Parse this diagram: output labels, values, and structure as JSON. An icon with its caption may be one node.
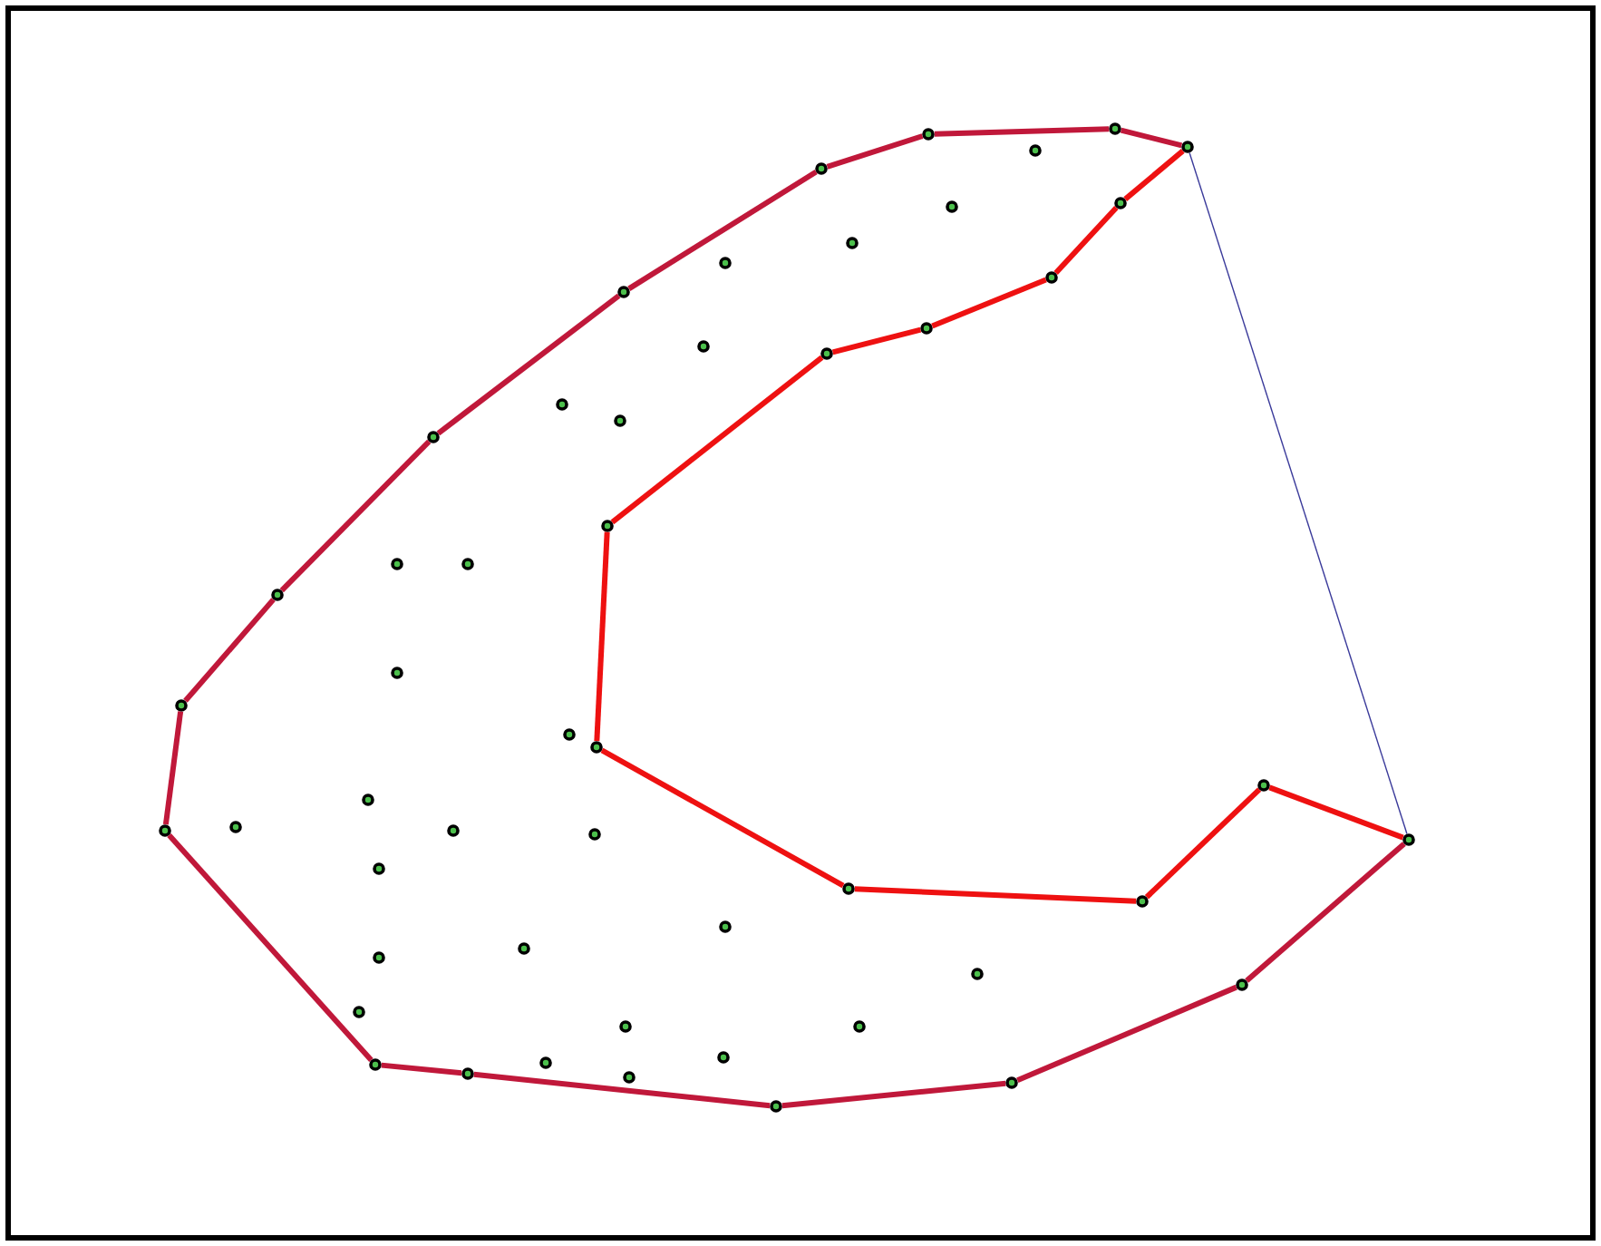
{
  "diagram": {
    "nodes": [
      {
        "text": [],
        "shape": "circle"
      },
      {
        "text": [],
        "shape": "circle"
      },
      {
        "text": [],
        "shape": "circle"
      },
      {
        "text": [],
        "shape": "circle"
      },
      {
        "text": [],
        "shape": "circle"
      },
      {
        "text": [],
        "shape": "circle"
      },
      {
        "text": [],
        "shape": "circle"
      },
      {
        "text": [],
        "shape": "circle"
      },
      {
        "text": [],
        "shape": "circle"
      },
      {
        "text": [],
        "shape": "circle"
      },
      {
        "text": [],
        "shape": "circle"
      },
      {
        "text": [],
        "shape": "circle"
      },
      {
        "text": [],
        "shape": "circle"
      },
      {
        "text": [],
        "shape": "circle"
      },
      {
        "text": [],
        "shape": "circle"
      },
      {
        "text": [],
        "shape": "circle"
      },
      {
        "text": [],
        "shape": "circle"
      },
      {
        "text": [],
        "shape": "circle"
      },
      {
        "text": [],
        "shape": "circle"
      },
      {
        "text": [],
        "shape": "circle"
      },
      {
        "text": [],
        "shape": "circle"
      },
      {
        "text": [],
        "shape": "circle"
      },
      {
        "text": [],
        "shape": "circle"
      },
      {
        "text": [],
        "shape": "circle"
      },
      {
        "text": [],
        "shape": "circle"
      },
      {
        "text": [],
        "shape": "circle"
      },
      {
        "text": [],
        "shape": "circle"
      },
      {
        "text": [],
        "shape": "circle"
      },
      {
        "text": [],
        "shape": "circle"
      },
      {
        "text": [],
        "shape": "circle"
      },
      {
        "text": [],
        "shape": "circle"
      },
      {
        "text": [],
        "shape": "circle"
      },
      {
        "text": [],
        "shape": "circle"
      },
      {
        "text": [],
        "shape": "circle"
      },
      {
        "text": [],
        "shape": "circle"
      },
      {
        "text": [],
        "shape": "circle"
      },
      {
        "text": [],
        "shape": "circle"
      },
      {
        "text": [],
        "shape": "circle"
      },
      {
        "text": [],
        "shape": "circle"
      },
      {
        "text": [],
        "shape": "circle"
      },
      {
        "text": [],
        "shape": "circle"
      },
      {
        "text": [],
        "shape": "circle"
      },
      {
        "text": [],
        "shape": "circle"
      },
      {
        "text": [],
        "shape": "circle"
      },
      {
        "text": [],
        "shape": "circle"
      },
      {
        "text": [],
        "shape": "circle"
      },
      {
        "text": [],
        "shape": "circle"
      },
      {
        "text": [],
        "shape": "circle"
      },
      {
        "text": [],
        "shape": "circle"
      },
      {
        "text": [],
        "shape": "circle"
      }
    ],
    "edges": [
      {
        "from": 46,
        "to": 43,
        "arrow": "none"
      },
      {
        "from": 43,
        "to": 37,
        "arrow": "none"
      },
      {
        "from": 37,
        "to": 31,
        "arrow": "none"
      },
      {
        "from": 31,
        "to": 23,
        "arrow": "none"
      },
      {
        "from": 23,
        "to": 11,
        "arrow": "none"
      },
      {
        "from": 11,
        "to": 3,
        "arrow": "none"
      },
      {
        "from": 3,
        "to": 1,
        "arrow": "none"
      },
      {
        "from": 1,
        "to": 0,
        "arrow": "none"
      },
      {
        "from": 0,
        "to": 6,
        "arrow": "none"
      },
      {
        "from": 6,
        "to": 14,
        "arrow": "none"
      },
      {
        "from": 14,
        "to": 30,
        "arrow": "none"
      },
      {
        "from": 30,
        "to": 40,
        "arrow": "none"
      },
      {
        "from": 40,
        "to": 47,
        "arrow": "none"
      },
      {
        "from": 47,
        "to": 49,
        "arrow": "none"
      },
      {
        "from": 49,
        "to": 46,
        "arrow": "none",
        "color": "#3a3a9a"
      },
      {
        "from": 46,
        "to": 44,
        "arrow": "none",
        "color": "#ee1111"
      },
      {
        "from": 44,
        "to": 42,
        "arrow": "none",
        "color": "#ee1111"
      },
      {
        "from": 42,
        "to": 36,
        "arrow": "none",
        "color": "#ee1111"
      },
      {
        "from": 36,
        "to": 32,
        "arrow": "none",
        "color": "#ee1111"
      },
      {
        "from": 32,
        "to": 21,
        "arrow": "none",
        "color": "#ee1111"
      },
      {
        "from": 21,
        "to": 20,
        "arrow": "none",
        "color": "#ee1111"
      },
      {
        "from": 20,
        "to": 33,
        "arrow": "none",
        "color": "#ee1111"
      },
      {
        "from": 33,
        "to": 45,
        "arrow": "none",
        "color": "#ee1111"
      },
      {
        "from": 45,
        "to": 48,
        "arrow": "none",
        "color": "#ee1111"
      },
      {
        "from": 48,
        "to": 49,
        "arrow": "none",
        "color": "#ee1111"
      }
    ]
  }
}
